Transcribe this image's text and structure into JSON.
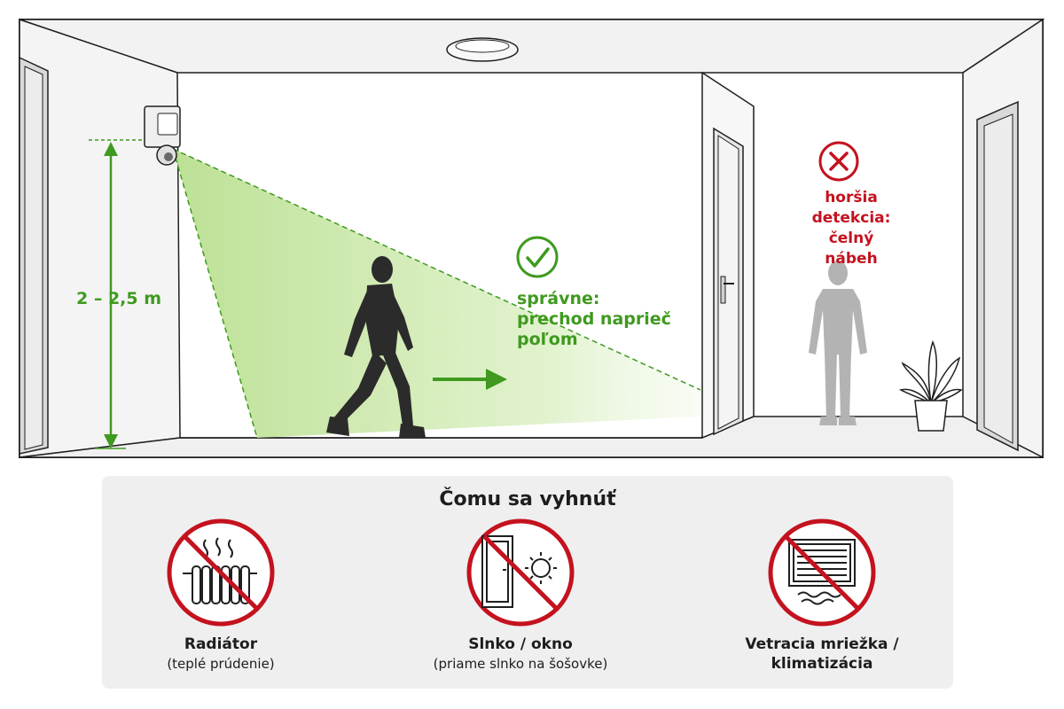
{
  "scene": {
    "height_label": "2 – 2,5 m",
    "correct": {
      "lines": [
        "správne:",
        "prechod naprieč",
        "poľom"
      ]
    },
    "bad": {
      "lines": [
        "horšia",
        "detekcia:",
        "čelný nábeh"
      ]
    }
  },
  "avoid_panel": {
    "title": "Čomu sa vyhnúť",
    "items": [
      {
        "title": "Radiátor",
        "subtitle": "(teplé prúdenie)",
        "icon": "radiator-icon"
      },
      {
        "title": "Slnko / okno",
        "subtitle": "(priame slnko na šošovke)",
        "icon": "sun-window-icon"
      },
      {
        "title": "Vetracia mriežka /",
        "subtitle": "klimatizácia",
        "icon": "vent-icon"
      }
    ]
  },
  "colors": {
    "green": "#3f9a1f",
    "red": "#c4121f",
    "panel_bg": "#efefef",
    "figure_dark": "#2b2b2b",
    "figure_grey": "#b3b3b3"
  }
}
